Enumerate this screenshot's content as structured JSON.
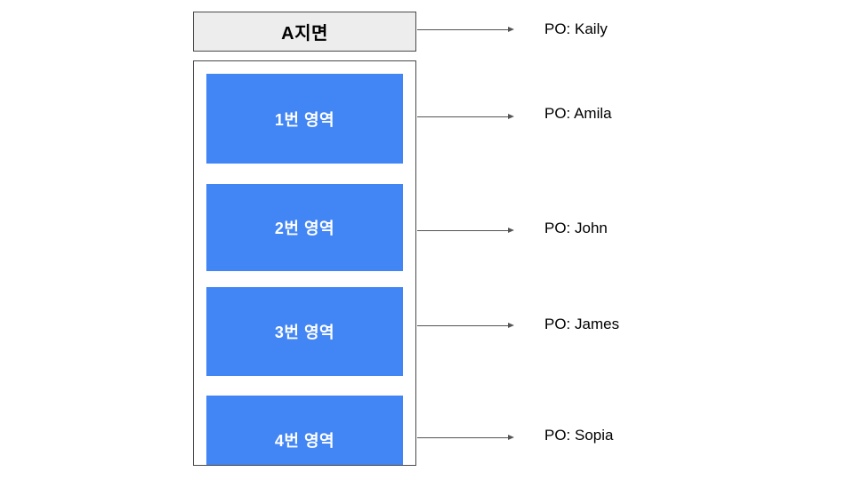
{
  "slide": {
    "header": {
      "label": "A지면",
      "po_label": "PO: Kaily"
    },
    "sections": [
      {
        "label": "1번 영역",
        "po_label": "PO: Amila"
      },
      {
        "label": "2번 영역",
        "po_label": "PO: John"
      },
      {
        "label": "3번 영역",
        "po_label": "PO: James"
      },
      {
        "label": "4번 영역",
        "po_label": "PO: Sopia"
      }
    ],
    "colors": {
      "section_fill": "#4285F4",
      "header_fill": "#EDEDED",
      "outline": "#4A4A4A",
      "arrow": "#545454",
      "section_text": "#FFFFFF",
      "label_text": "#000000"
    }
  }
}
